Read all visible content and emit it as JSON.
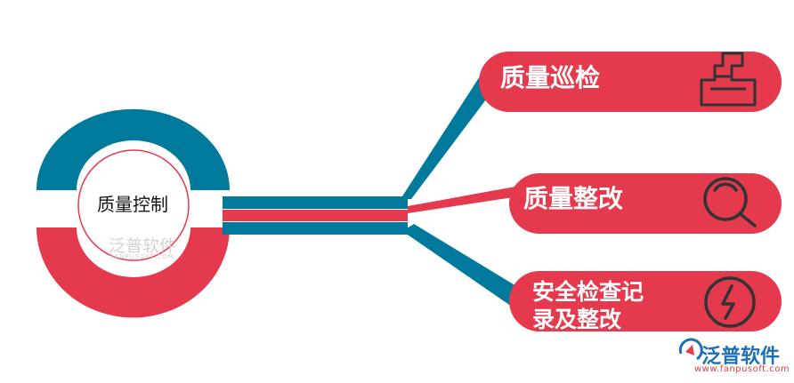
{
  "center": {
    "label": "质量控制"
  },
  "branches": [
    {
      "label": "质量巡检",
      "icon": "clipboard-stamp-icon"
    },
    {
      "label": "质量整改",
      "icon": "magnifier-icon"
    },
    {
      "label": "安全检查记录及整改",
      "label_line1": "安全检查记",
      "label_line2": "录及整改",
      "icon": "lightning-icon"
    }
  ],
  "watermark": {
    "text": "泛普软件",
    "sub": "FANPUSOFT.COM"
  },
  "logo": {
    "text": "泛普软件",
    "sub": "www.fanpusoft.com"
  },
  "colors": {
    "teal": "#007a9c",
    "red": "#e5394d",
    "icon_stroke": "#333333"
  }
}
